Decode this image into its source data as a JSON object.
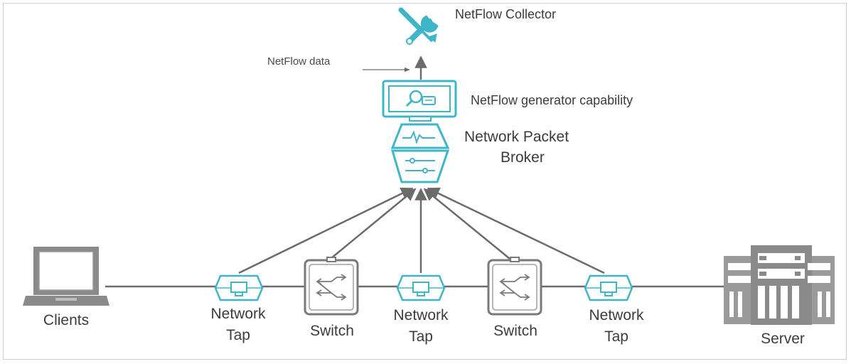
{
  "labels": {
    "collector": "NetFlow Collector",
    "netflow_data": "NetFlow data",
    "generator": "NetFlow generator capability",
    "npb_line1": "Network  Packet",
    "npb_line2": "Broker",
    "clients": "Clients",
    "server": "Server",
    "tap_line1": "Network",
    "tap_line2": "Tap",
    "switch": "Switch"
  },
  "icons": {
    "collector": "wrench-screwdriver-icon",
    "generator": "monitor-magnifier-icon",
    "broker": "packet-broker-icon",
    "client": "laptop-icon",
    "tap": "network-tap-icon",
    "switch": "switch-icon",
    "server": "server-rack-icon"
  },
  "colors": {
    "accent": "#3fb6c8",
    "line": "#6b6b6b",
    "device": "#7a7a7a"
  }
}
